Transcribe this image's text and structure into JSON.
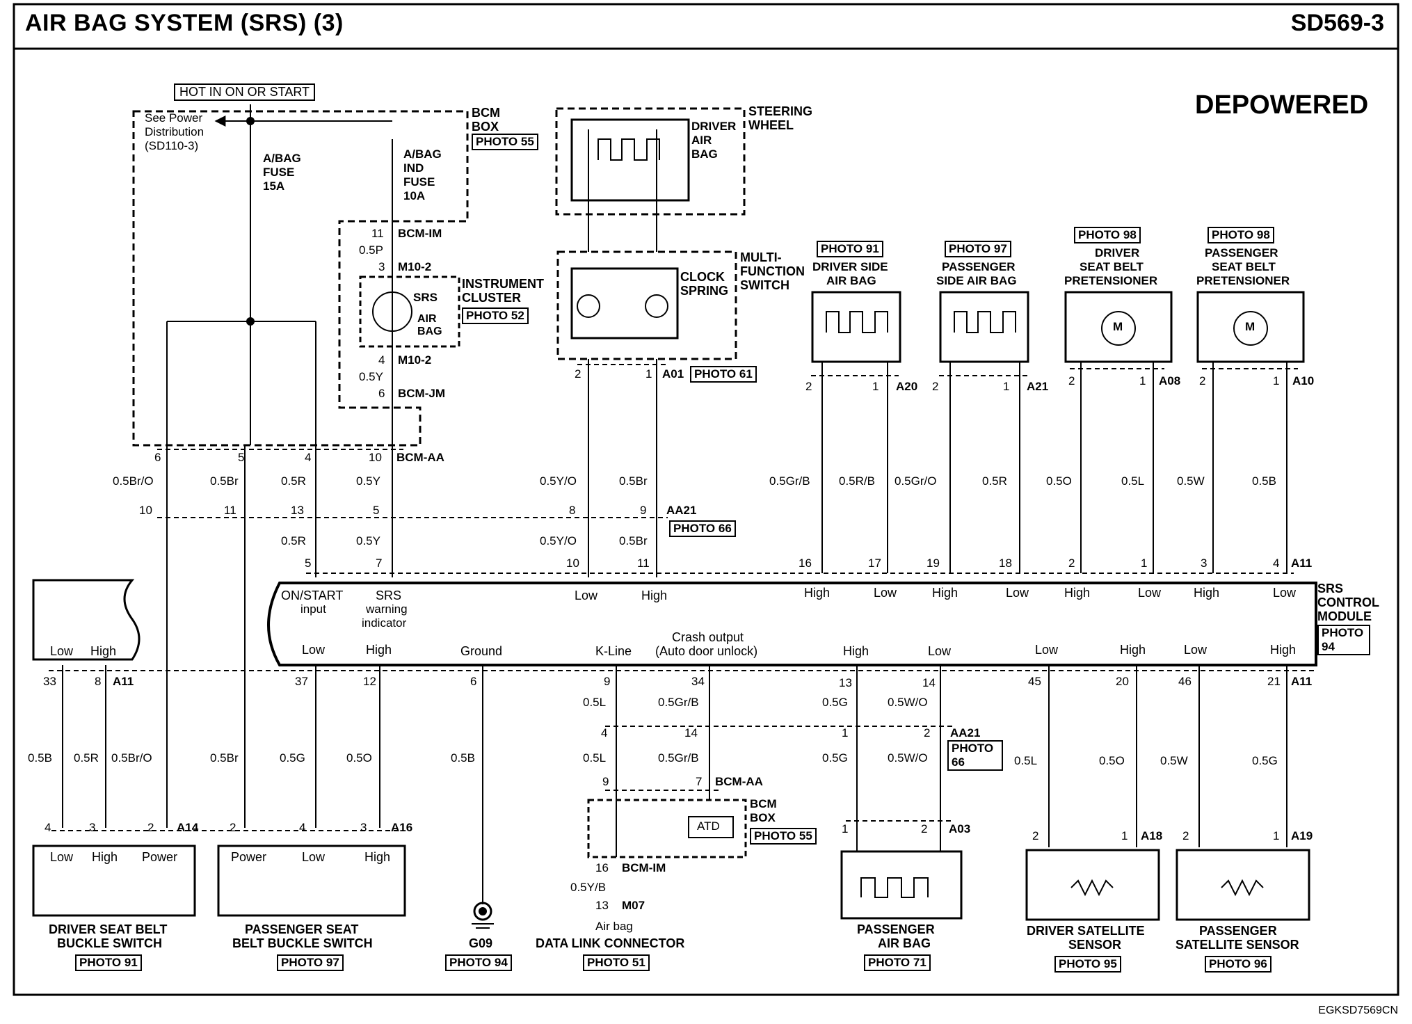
{
  "header": {
    "title": "AIR BAG SYSTEM (SRS) (3)",
    "code": "SD569-3"
  },
  "variant": "DEPOWERED",
  "footer_code": "EGKSD7569CN",
  "power": {
    "hot": "HOT IN ON OR START",
    "see_power": [
      "See Power",
      "Distribution",
      "(SD110-3)"
    ],
    "fuse1": [
      "A/BAG",
      "FUSE",
      "15A"
    ],
    "fuse2": [
      "A/BAG",
      "IND",
      "FUSE",
      "10A"
    ],
    "bcm_box": [
      "BCM",
      "BOX"
    ],
    "bcm_photo": "PHOTO 55"
  },
  "cluster": {
    "pin11": "11",
    "bcm_im": "BCM-IM",
    "w05p": "0.5P",
    "pin3": "3",
    "m10_a": "M10-2",
    "label": [
      "INSTRUMENT",
      "CLUSTER"
    ],
    "photo": "PHOTO 52",
    "srs": "SRS",
    "airbag": [
      "AIR",
      "BAG"
    ],
    "pin4": "4",
    "m10_b": "M10-2",
    "w05y": "0.5Y",
    "pin6": "6",
    "bcm_jm": "BCM-JM"
  },
  "steering": {
    "label": [
      "STEERING",
      "WHEEL"
    ],
    "driver_airbag": [
      "DRIVER",
      "AIR",
      "BAG"
    ],
    "mfs": [
      "MULTI-",
      "FUNCTION",
      "SWITCH"
    ],
    "clock": [
      "CLOCK",
      "SPRING"
    ],
    "pin2": "2",
    "pin1": "1",
    "conn": "A01",
    "photo": "PHOTO 61"
  },
  "bcm_aa": {
    "pins": [
      "6",
      "5",
      "4",
      "10"
    ],
    "conn": "BCM-AA"
  },
  "wires_top": [
    "0.5Br/O",
    "0.5Br",
    "0.5R",
    "0.5Y",
    "0.5Y/O",
    "0.5Br"
  ],
  "aa21_top": {
    "pins": [
      "10",
      "11",
      "13",
      "5",
      "8",
      "9"
    ],
    "conn": "AA21",
    "photo": "PHOTO 66"
  },
  "wires_mid": [
    "0.5R",
    "0.5Y",
    "0.5Y/O",
    "0.5Br"
  ],
  "devices_top": [
    {
      "photo": "PHOTO 91",
      "name": [
        "DRIVER SIDE",
        "AIR BAG"
      ],
      "pin_l": "2",
      "pin_r": "1",
      "conn": "A20",
      "w_l": "0.5Gr/B",
      "w_r": "0.5R/B"
    },
    {
      "photo": "PHOTO 97",
      "name": [
        "PASSENGER",
        "SIDE AIR BAG"
      ],
      "pin_l": "2",
      "pin_r": "1",
      "conn": "A21",
      "w_l": "0.5Gr/O",
      "w_r": "0.5R"
    },
    {
      "photo": "PHOTO 98",
      "name": [
        "DRIVER",
        "SEAT BELT",
        "PRETENSIONER"
      ],
      "pin_l": "2",
      "pin_r": "1",
      "conn": "A08",
      "w_l": "0.5O",
      "w_r": "0.5L",
      "motor": "M"
    },
    {
      "photo": "PHOTO 98",
      "name": [
        "PASSENGER",
        "SEAT BELT",
        "PRETENSIONER"
      ],
      "pin_l": "2",
      "pin_r": "1",
      "conn": "A10",
      "w_l": "0.5W",
      "w_r": "0.5B",
      "motor": "M"
    }
  ],
  "module": {
    "name": [
      "SRS",
      "CONTROL",
      "MODULE"
    ],
    "photo": [
      "PHOTO",
      "94"
    ],
    "top_pins": [
      "5",
      "7",
      "10",
      "11",
      "16",
      "17",
      "19",
      "18",
      "2",
      "1",
      "3",
      "4"
    ],
    "top_conn": "A11",
    "top_labels": [
      "ON/START",
      "input",
      "SRS",
      "warning",
      "indicator",
      "Low",
      "High",
      "High",
      "Low",
      "High",
      "Low",
      "High",
      "Low",
      "High",
      "Low"
    ],
    "bottom_labels": [
      "Low",
      "High",
      "Ground",
      "K-Line",
      "Crash output",
      "(Auto door unlock)",
      "High",
      "Low",
      "Low",
      "High",
      "Low",
      "High"
    ],
    "bottom_pins": [
      "37",
      "12",
      "6",
      "9",
      "34",
      "13",
      "14",
      "45",
      "20",
      "46",
      "21"
    ],
    "bottom_conn": "A11"
  },
  "left_box": {
    "low": "Low",
    "high": "High",
    "pin33": "33",
    "pin8": "8",
    "conn": "A11"
  },
  "wires_bottom": [
    "0.5B",
    "0.5R",
    "0.5Br/O",
    "0.5Br",
    "0.5G",
    "0.5O",
    "0.5B",
    "0.5L",
    "0.5Gr/B",
    "0.5G",
    "0.5W/O",
    "0.5L",
    "0.5O",
    "0.5W",
    "0.5G"
  ],
  "aa21_bottom": {
    "pins": [
      "4",
      "14",
      "1",
      "2"
    ],
    "conn": "AA21",
    "photo": [
      "PHOTO",
      "66"
    ]
  },
  "wires_lower": [
    "0.5L",
    "0.5Gr/B",
    "0.5G",
    "0.5W/O"
  ],
  "bcm_box2": {
    "pin9": "9",
    "pin7": "7",
    "conn": "BCM-AA",
    "label": [
      "BCM",
      "BOX"
    ],
    "photo": "PHOTO 55",
    "atd": "ATD",
    "pin16": "16",
    "bcm_im": "BCM-IM",
    "w": "0.5Y/B",
    "pin13": "13",
    "m07": "M07",
    "airbag": "Air bag"
  },
  "devices_bottom": [
    {
      "name": [
        "DRIVER SEAT BELT",
        "BUCKLE SWITCH"
      ],
      "photo": "PHOTO 91",
      "pins": [
        "4",
        "3",
        "2"
      ],
      "conn": "A14",
      "labels": [
        "Low",
        "High",
        "Power"
      ]
    },
    {
      "name": [
        "PASSENGER SEAT",
        "BELT BUCKLE SWITCH"
      ],
      "photo": "PHOTO 97",
      "pins": [
        "2",
        "4",
        "3"
      ],
      "conn": "A16",
      "labels": [
        "Power",
        "Low",
        "High"
      ]
    },
    {
      "name": [
        "G09"
      ],
      "photo": "PHOTO 94"
    },
    {
      "name": [
        "DATA LINK CONNECTOR"
      ],
      "photo": "PHOTO 51"
    },
    {
      "name": [
        "PASSENGER",
        "AIR BAG"
      ],
      "photo": "PHOTO 71",
      "pins": [
        "1",
        "2"
      ],
      "conn": "A03"
    },
    {
      "name": [
        "DRIVER SATELLITE",
        "SENSOR"
      ],
      "photo": "PHOTO 95",
      "pins": [
        "2",
        "1"
      ],
      "conn": "A18"
    },
    {
      "name": [
        "PASSENGER",
        "SATELLITE SENSOR"
      ],
      "photo": "PHOTO 96",
      "pins": [
        "2",
        "1"
      ],
      "conn": "A19"
    }
  ]
}
